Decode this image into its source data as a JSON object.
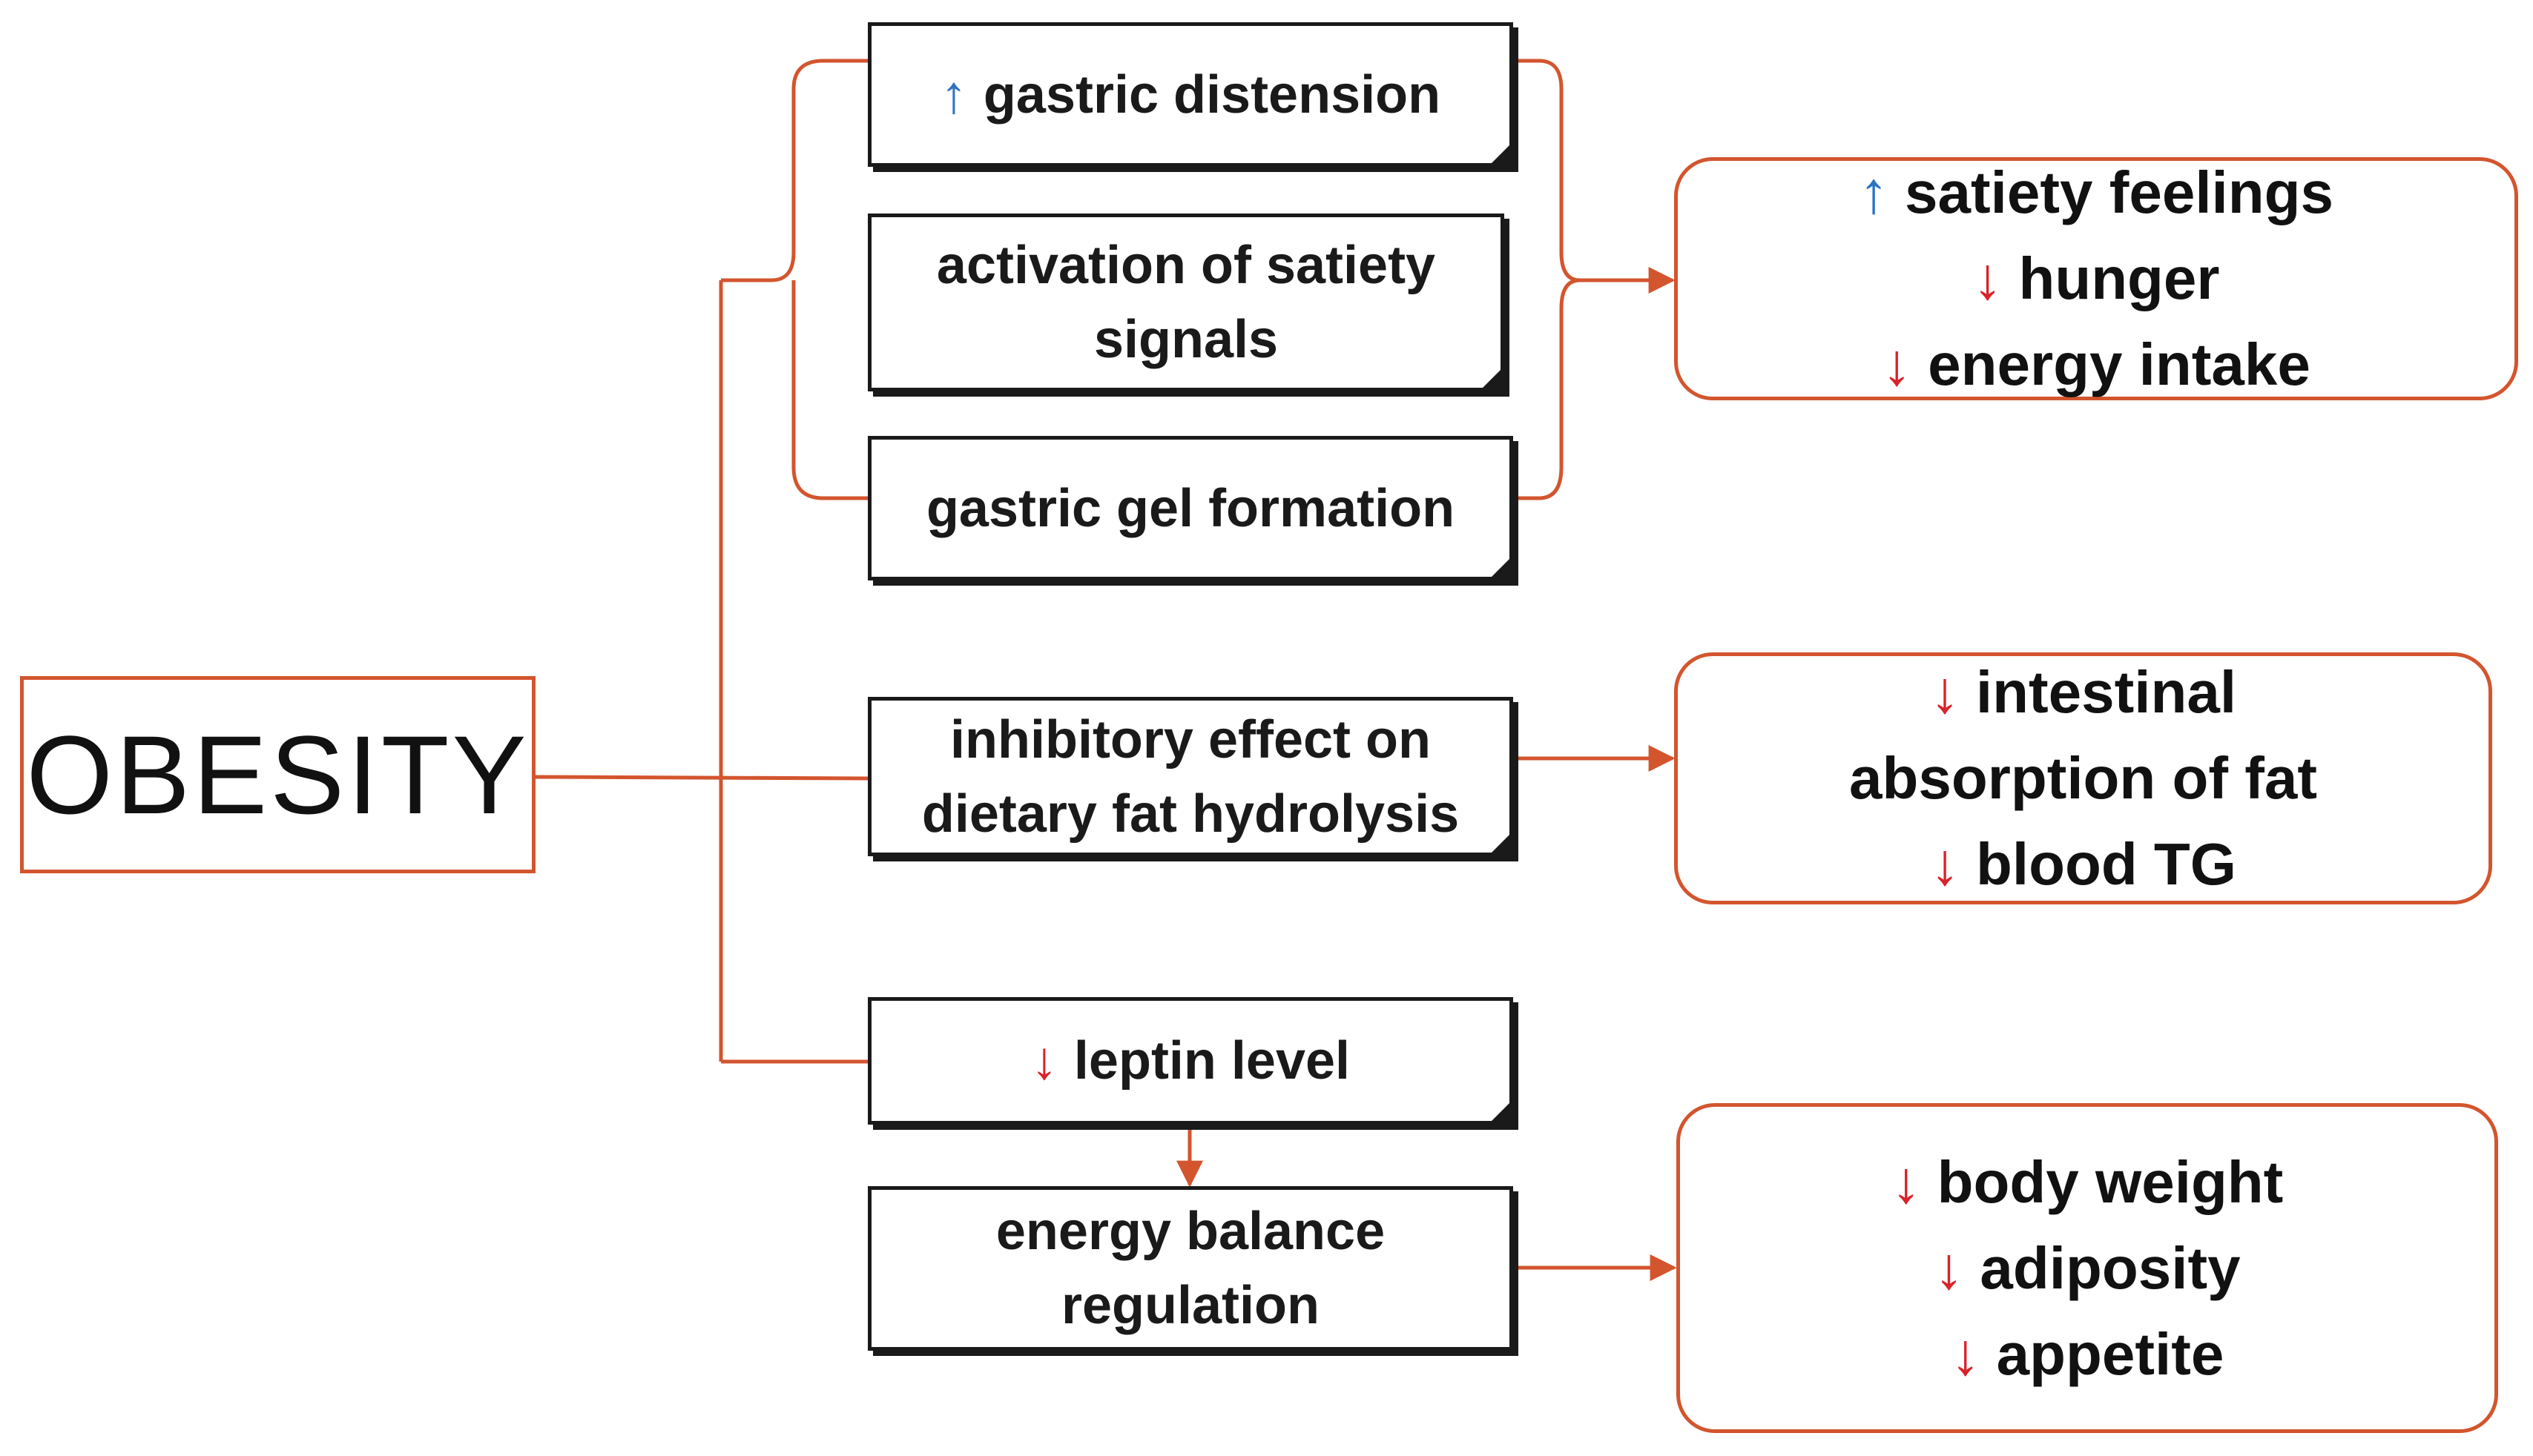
{
  "colors": {
    "connector": "#d3552e",
    "arrow_up": "#2b73c2",
    "arrow_down": "#d8232a",
    "text": "#111111"
  },
  "root": {
    "label": "OBESITY"
  },
  "mechanisms": {
    "gastric_distension": {
      "arrow": "↑",
      "arrow_dir": "up",
      "text": "gastric distension"
    },
    "satiety_signals": {
      "line1": "activation of satiety",
      "line2": "signals"
    },
    "gastric_gel": {
      "text": "gastric gel formation"
    },
    "fat_hydrolysis": {
      "line1": "inhibitory effect on",
      "line2": "dietary fat hydrolysis"
    },
    "leptin": {
      "arrow": "↓",
      "arrow_dir": "down",
      "text": "leptin level"
    },
    "energy_balance": {
      "line1": "energy balance",
      "line2": "regulation"
    }
  },
  "outcomes": {
    "satiety": [
      {
        "arrow": "↑",
        "arrow_dir": "up",
        "text": "satiety feelings"
      },
      {
        "arrow": "↓",
        "arrow_dir": "down",
        "text": "hunger"
      },
      {
        "arrow": "↓",
        "arrow_dir": "down",
        "text": "energy intake"
      }
    ],
    "absorption": [
      {
        "arrow": "↓",
        "arrow_dir": "down",
        "text": "intestinal"
      },
      {
        "arrow": "",
        "arrow_dir": "none",
        "text": "absorption of fat"
      },
      {
        "arrow": "↓",
        "arrow_dir": "down",
        "text": "blood TG"
      }
    ],
    "weight": [
      {
        "arrow": "↓",
        "arrow_dir": "down",
        "text": "body weight"
      },
      {
        "arrow": "↓",
        "arrow_dir": "down",
        "text": "adiposity"
      },
      {
        "arrow": "↓",
        "arrow_dir": "down",
        "text": "appetite"
      }
    ]
  }
}
